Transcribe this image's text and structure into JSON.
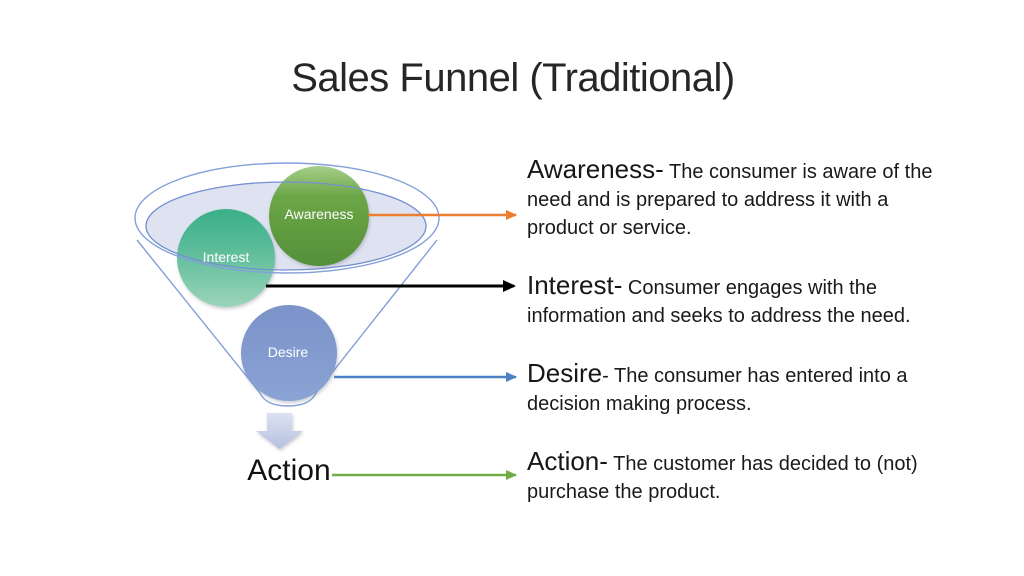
{
  "slide": {
    "title": "Sales Funnel (Traditional)",
    "background_color": "#FFFFFF"
  },
  "funnel": {
    "stages": [
      {
        "label": "Awareness",
        "bubble_color": "#6BA646",
        "bubble_color_light": "#A6CF8B"
      },
      {
        "label": "Interest",
        "bubble_color": "#3AB189",
        "bubble_color_light": "#9BD4BA"
      },
      {
        "label": "Desire",
        "bubble_color": "#7B93C9",
        "bubble_color_light": "#8BA2D4"
      }
    ],
    "action_label": "Action",
    "outline_color": "#84A0DA",
    "bowl_fill_color": "#DFE3F1",
    "down_arrow_color": "#C7D0E6"
  },
  "legend": {
    "items": [
      {
        "id": "awareness",
        "head": "Awareness-",
        "body": " The consumer is aware of the\nneed and is prepared to address it with a\nproduct or service.",
        "arrow_color": "#ED7D31"
      },
      {
        "id": "interest",
        "head": "Interest-",
        "body": " Consumer engages with the\ninformation and seeks to address the need.",
        "arrow_color": "#000000"
      },
      {
        "id": "desire",
        "head": "Desire",
        "body": "- The consumer has entered into a\ndecision making process.",
        "arrow_color": "#4E81C4"
      },
      {
        "id": "action",
        "head": "Action-",
        "body": " The customer has decided to (not)\npurchase the product.",
        "arrow_color": "#70AD47"
      }
    ]
  }
}
